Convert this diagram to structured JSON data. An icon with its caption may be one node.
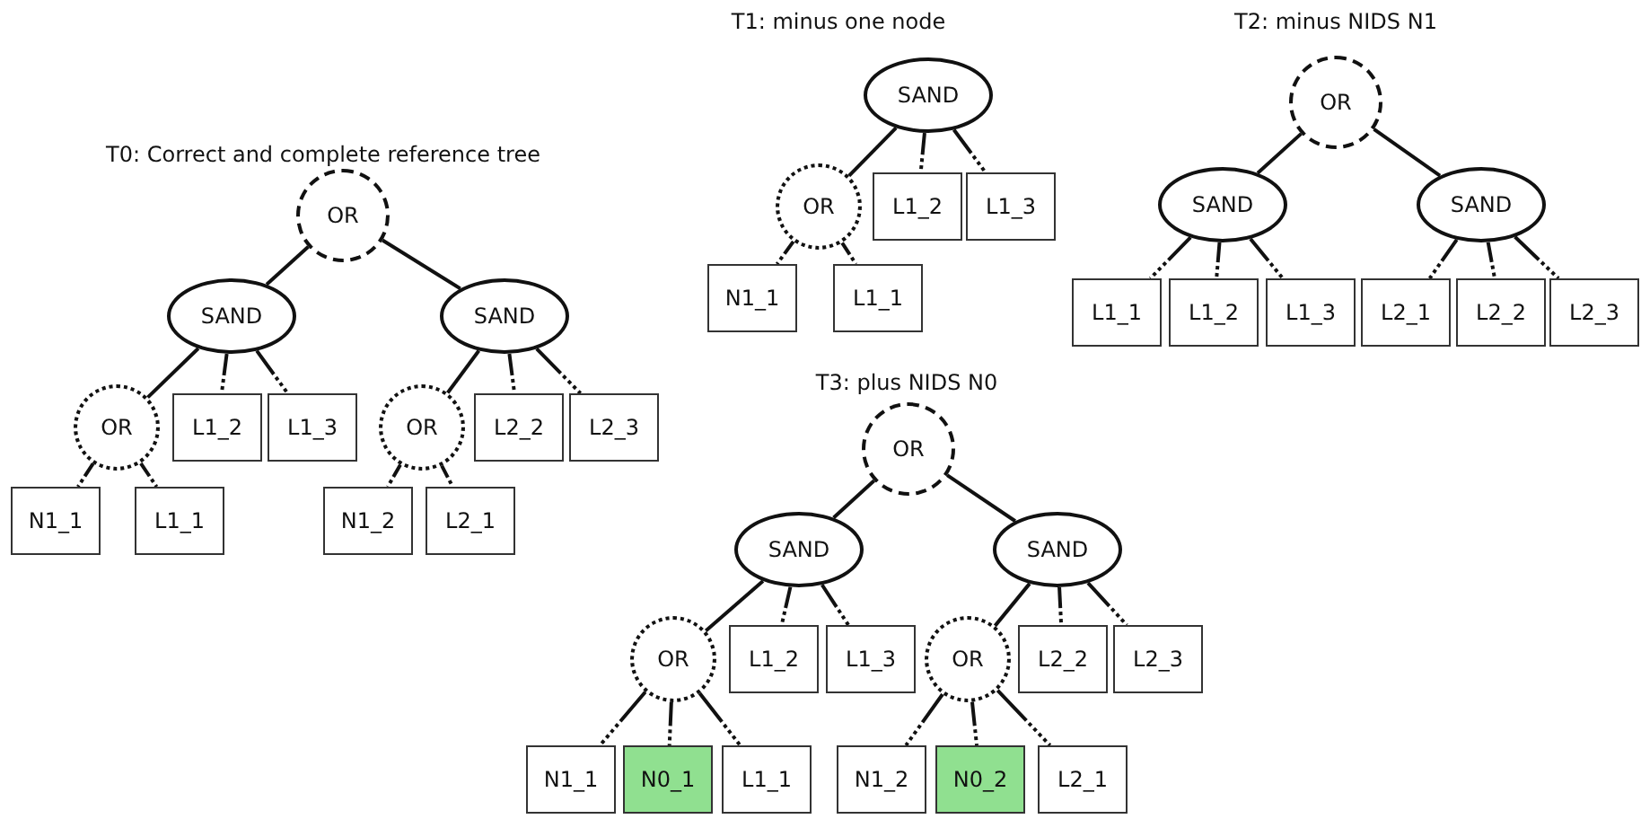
{
  "diagram": {
    "nodes": [
      {
        "text": [
          "OR"
        ]
      },
      {
        "text": [
          "SAND"
        ]
      },
      {
        "text": [
          "SAND"
        ]
      },
      {
        "text": [
          "OR"
        ]
      },
      {
        "text": [
          "L1_2"
        ]
      },
      {
        "text": [
          "L1_3"
        ]
      },
      {
        "text": [
          "N1_1"
        ]
      },
      {
        "text": [
          "L1_1"
        ]
      },
      {
        "text": [
          "OR"
        ]
      },
      {
        "text": [
          "L2_2"
        ]
      },
      {
        "text": [
          "L2_3"
        ]
      },
      {
        "text": [
          "N1_2"
        ]
      },
      {
        "text": [
          "L2_1"
        ]
      },
      {
        "text": [
          "SAND"
        ]
      },
      {
        "text": [
          "OR"
        ]
      },
      {
        "text": [
          "L1_2"
        ]
      },
      {
        "text": [
          "L1_3"
        ]
      },
      {
        "text": [
          "N1_1"
        ]
      },
      {
        "text": [
          "L1_1"
        ]
      },
      {
        "text": [
          "OR"
        ]
      },
      {
        "text": [
          "SAND"
        ]
      },
      {
        "text": [
          "SAND"
        ]
      },
      {
        "text": [
          "L1_1"
        ]
      },
      {
        "text": [
          "L1_2"
        ]
      },
      {
        "text": [
          "L1_3"
        ]
      },
      {
        "text": [
          "L2_1"
        ]
      },
      {
        "text": [
          "L2_2"
        ]
      },
      {
        "text": [
          "L2_3"
        ]
      },
      {
        "text": [
          "OR"
        ]
      },
      {
        "text": [
          "SAND"
        ]
      },
      {
        "text": [
          "SAND"
        ]
      },
      {
        "text": [
          "OR"
        ]
      },
      {
        "text": [
          "L1_2"
        ]
      },
      {
        "text": [
          "L1_3"
        ]
      },
      {
        "text": [
          "N1_1"
        ]
      },
      {
        "text": [
          "N0_1"
        ]
      },
      {
        "text": [
          "L1_1"
        ]
      },
      {
        "text": [
          "OR"
        ]
      },
      {
        "text": [
          "L2_2"
        ]
      },
      {
        "text": [
          "L2_3"
        ]
      },
      {
        "text": [
          "N1_2"
        ]
      },
      {
        "text": [
          "N0_2"
        ]
      },
      {
        "text": [
          "L2_1"
        ]
      }
    ],
    "edges": [
      {
        "from": 0,
        "to": 1,
        "arrow": "none"
      },
      {
        "from": 0,
        "to": 2,
        "arrow": "none"
      },
      {
        "from": 1,
        "to": 3,
        "arrow": "none"
      },
      {
        "from": 1,
        "to": 4,
        "arrow": "none",
        "style": "dashed"
      },
      {
        "from": 1,
        "to": 5,
        "arrow": "none",
        "style": "dashed"
      },
      {
        "from": 3,
        "to": 6,
        "arrow": "none",
        "style": "dashed"
      },
      {
        "from": 3,
        "to": 7,
        "arrow": "none",
        "style": "dashed"
      },
      {
        "from": 2,
        "to": 8,
        "arrow": "none"
      },
      {
        "from": 2,
        "to": 9,
        "arrow": "none",
        "style": "dashed"
      },
      {
        "from": 2,
        "to": 10,
        "arrow": "none",
        "style": "dashed"
      },
      {
        "from": 8,
        "to": 11,
        "arrow": "none",
        "style": "dashed"
      },
      {
        "from": 8,
        "to": 12,
        "arrow": "none",
        "style": "dashed"
      },
      {
        "from": 13,
        "to": 14,
        "arrow": "none"
      },
      {
        "from": 13,
        "to": 15,
        "arrow": "none",
        "style": "dashed"
      },
      {
        "from": 13,
        "to": 16,
        "arrow": "none",
        "style": "dashed"
      },
      {
        "from": 14,
        "to": 17,
        "arrow": "none",
        "style": "dashed"
      },
      {
        "from": 14,
        "to": 18,
        "arrow": "none",
        "style": "dashed"
      },
      {
        "from": 19,
        "to": 20,
        "arrow": "none"
      },
      {
        "from": 19,
        "to": 21,
        "arrow": "none"
      },
      {
        "from": 20,
        "to": 22,
        "arrow": "none",
        "style": "dashed"
      },
      {
        "from": 20,
        "to": 23,
        "arrow": "none",
        "style": "dashed"
      },
      {
        "from": 20,
        "to": 24,
        "arrow": "none",
        "style": "dashed"
      },
      {
        "from": 21,
        "to": 25,
        "arrow": "none",
        "style": "dashed"
      },
      {
        "from": 21,
        "to": 26,
        "arrow": "none",
        "style": "dashed"
      },
      {
        "from": 21,
        "to": 27,
        "arrow": "none",
        "style": "dashed"
      },
      {
        "from": 28,
        "to": 29,
        "arrow": "none"
      },
      {
        "from": 28,
        "to": 30,
        "arrow": "none"
      },
      {
        "from": 29,
        "to": 31,
        "arrow": "none"
      },
      {
        "from": 29,
        "to": 32,
        "arrow": "none",
        "style": "dashed"
      },
      {
        "from": 29,
        "to": 33,
        "arrow": "none",
        "style": "dashed"
      },
      {
        "from": 31,
        "to": 34,
        "arrow": "none",
        "style": "dashed"
      },
      {
        "from": 31,
        "to": 35,
        "arrow": "none",
        "style": "dashed"
      },
      {
        "from": 31,
        "to": 36,
        "arrow": "none",
        "style": "dashed"
      },
      {
        "from": 30,
        "to": 37,
        "arrow": "none"
      },
      {
        "from": 30,
        "to": 38,
        "arrow": "none",
        "style": "dashed"
      },
      {
        "from": 30,
        "to": 39,
        "arrow": "none",
        "style": "dashed"
      },
      {
        "from": 37,
        "to": 40,
        "arrow": "none",
        "style": "dashed"
      },
      {
        "from": 37,
        "to": 41,
        "arrow": "none",
        "style": "dashed"
      },
      {
        "from": 37,
        "to": 42,
        "arrow": "none",
        "style": "dashed"
      }
    ],
    "labels": [
      "T1: minus one node",
      "T2: minus NIDS N1",
      "T0: Correct and complete reference tree",
      "T3: plus NIDS N0"
    ]
  }
}
